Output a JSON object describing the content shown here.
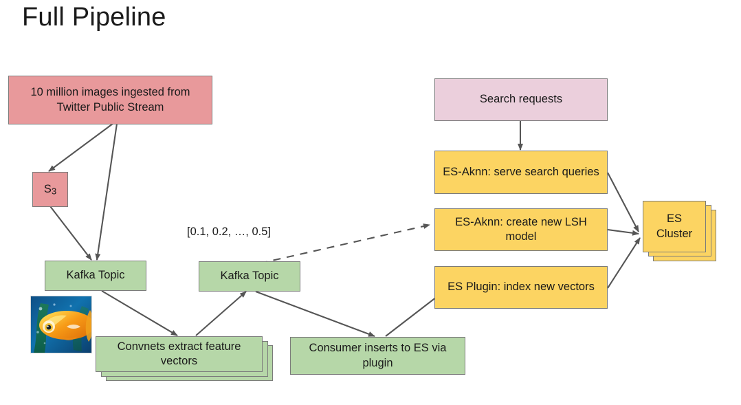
{
  "title": "Full Pipeline",
  "colors": {
    "red": "#e8999b",
    "green": "#b6d7a8",
    "yellow": "#fcd462",
    "pink": "#ebcfdc",
    "edge": "#555555",
    "border": "#7b7b7b"
  },
  "annotations": {
    "feature_vector": "[0.1, 0.2, …, 0.5]"
  },
  "thumbnail": {
    "icon": "goldfish-photo",
    "alt": "Goldfish underwater photograph"
  },
  "nodes": {
    "ingest": "10 million images ingested from Twitter Public Stream",
    "s3_prefix": "S",
    "s3_suffix": "3",
    "kafka_topic_1": "Kafka Topic",
    "kafka_topic_2": "Kafka Topic",
    "convnets": "Convnets extract feature vectors",
    "consumer": "Consumer inserts to ES via plugin",
    "search_requests": "Search requests",
    "es_aknn_serve": "ES-Aknn: serve search queries",
    "es_aknn_lsh": "ES-Aknn: create new LSH model",
    "es_plugin_index": "ES Plugin: index new vectors",
    "es_cluster": "ES Cluster"
  },
  "edges": [
    {
      "from": "ingest",
      "to": "s3",
      "style": "solid"
    },
    {
      "from": "ingest",
      "to": "kafka_topic_1",
      "style": "solid"
    },
    {
      "from": "s3",
      "to": "kafka_topic_1",
      "style": "solid"
    },
    {
      "from": "kafka_topic_1",
      "to": "convnets",
      "style": "solid"
    },
    {
      "from": "convnets",
      "to": "kafka_topic_2",
      "style": "solid"
    },
    {
      "from": "kafka_topic_2",
      "to": "consumer",
      "style": "solid"
    },
    {
      "from": "kafka_topic_2",
      "to": "es_aknn_lsh",
      "style": "dashed"
    },
    {
      "from": "consumer",
      "to": "es_plugin_index",
      "style": "solid"
    },
    {
      "from": "search_requests",
      "to": "es_aknn_serve",
      "style": "solid"
    },
    {
      "from": "es_aknn_serve",
      "to": "es_cluster",
      "style": "solid"
    },
    {
      "from": "es_aknn_lsh",
      "to": "es_cluster",
      "style": "solid"
    },
    {
      "from": "es_plugin_index",
      "to": "es_cluster",
      "style": "solid"
    }
  ]
}
